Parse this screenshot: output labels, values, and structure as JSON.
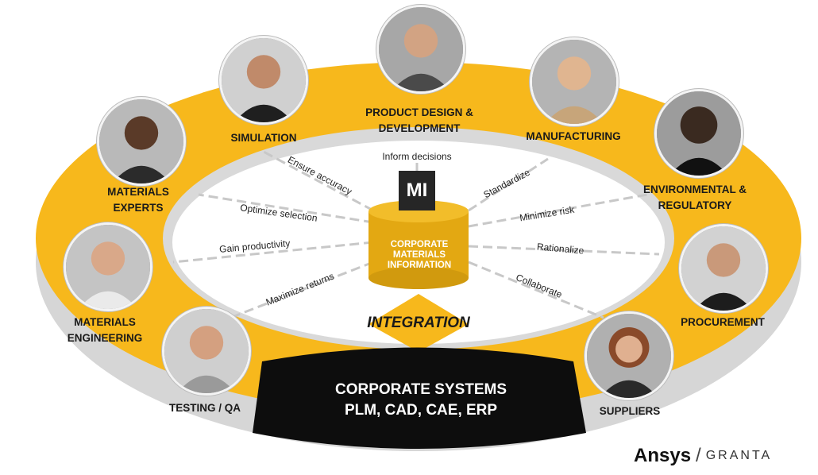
{
  "colors": {
    "ring": "#f7b81c",
    "ring_side": "#d9d9d9",
    "base": "#0d0d0d",
    "db": "#e3a812",
    "mi_box": "#262626"
  },
  "center": {
    "mi_label": "MI",
    "db_label": "CORPORATE MATERIALS INFORMATION",
    "integration": "INTEGRATION",
    "inform_decisions": "Inform decisions"
  },
  "spokes": [
    "Ensure accuracy",
    "Optimize selection",
    "Gain productivity",
    "Maximize returns",
    "Standardize",
    "Minimize risk",
    "Rationalize",
    "Collaborate"
  ],
  "roles": [
    {
      "label": "SIMULATION"
    },
    {
      "label": "PRODUCT DESIGN & DEVELOPMENT"
    },
    {
      "label": "MANUFACTURING"
    },
    {
      "label": "MATERIALS EXPERTS"
    },
    {
      "label": "ENVIRONMENTAL & REGULATORY"
    },
    {
      "label": "MATERIALS ENGINEERING"
    },
    {
      "label": "PROCUREMENT"
    },
    {
      "label": "TESTING / QA"
    },
    {
      "label": "SUPPLIERS"
    }
  ],
  "corporate_systems": {
    "line1": "CORPORATE SYSTEMS",
    "line2": "PLM, CAD, CAE, ERP"
  },
  "brand": {
    "name": "Ansys",
    "separator": "/",
    "product": "GRANTA"
  },
  "icons": {
    "person": "person-photo-icon"
  }
}
